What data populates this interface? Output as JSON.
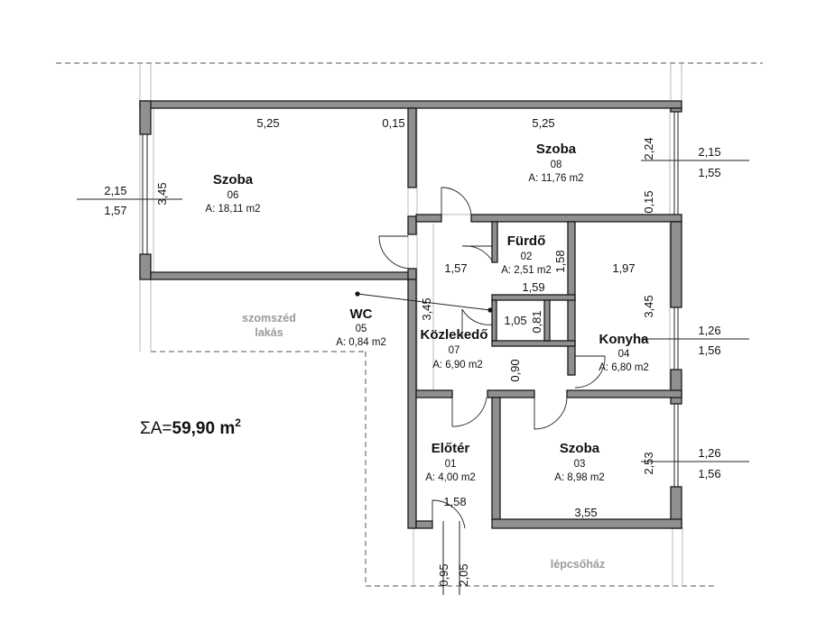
{
  "rooms": {
    "r06": {
      "name": "Szoba",
      "num": "06",
      "area": "A: 18,11 m2"
    },
    "r08": {
      "name": "Szoba",
      "num": "08",
      "area": "A: 11,76 m2"
    },
    "r02": {
      "name": "Fürdő",
      "num": "02",
      "area": "A: 2,51 m2"
    },
    "r05": {
      "name": "WC",
      "num": "05",
      "area": "A: 0,84 m2"
    },
    "r07": {
      "name": "Közlekedő",
      "num": "07",
      "area": "A: 6,90 m2"
    },
    "r04": {
      "name": "Konyha",
      "num": "04",
      "area": "A: 6,80 m2"
    },
    "r01": {
      "name": "Előtér",
      "num": "01",
      "area": "A: 4,00 m2"
    },
    "r03": {
      "name": "Szoba",
      "num": "03",
      "area": "A: 8,98 m2"
    }
  },
  "labels": {
    "neighbor_1": "szomszéd",
    "neighbor_2": "lakás",
    "stairwell": "lépcsőház",
    "total_prefix": "ΣA=",
    "total_value": "59,90 m",
    "total_sup": "2"
  },
  "dims": {
    "d_525a": "5,25",
    "d_015a": "0,15",
    "d_525b": "5,25",
    "d_345a": "3,45",
    "d_215l": "2,15",
    "d_157l": "1,57",
    "d_224": "2,24",
    "d_015b": "0,15",
    "d_215r": "2,15",
    "d_155r": "1,55",
    "d_158a": "1,58",
    "d_157m": "1,57",
    "d_197": "1,97",
    "d_159": "1,59",
    "d_345b": "3,45",
    "d_345c": "3,45",
    "d_105": "1,05",
    "d_081": "0,81",
    "d_126a": "1,26",
    "d_156a": "1,56",
    "d_090": "0,90",
    "d_253": "2,53",
    "d_126b": "1,26",
    "d_156b": "1,56",
    "d_158b": "1,58",
    "d_355": "3,55",
    "d_095": "0,95",
    "d_205": "2,05"
  }
}
